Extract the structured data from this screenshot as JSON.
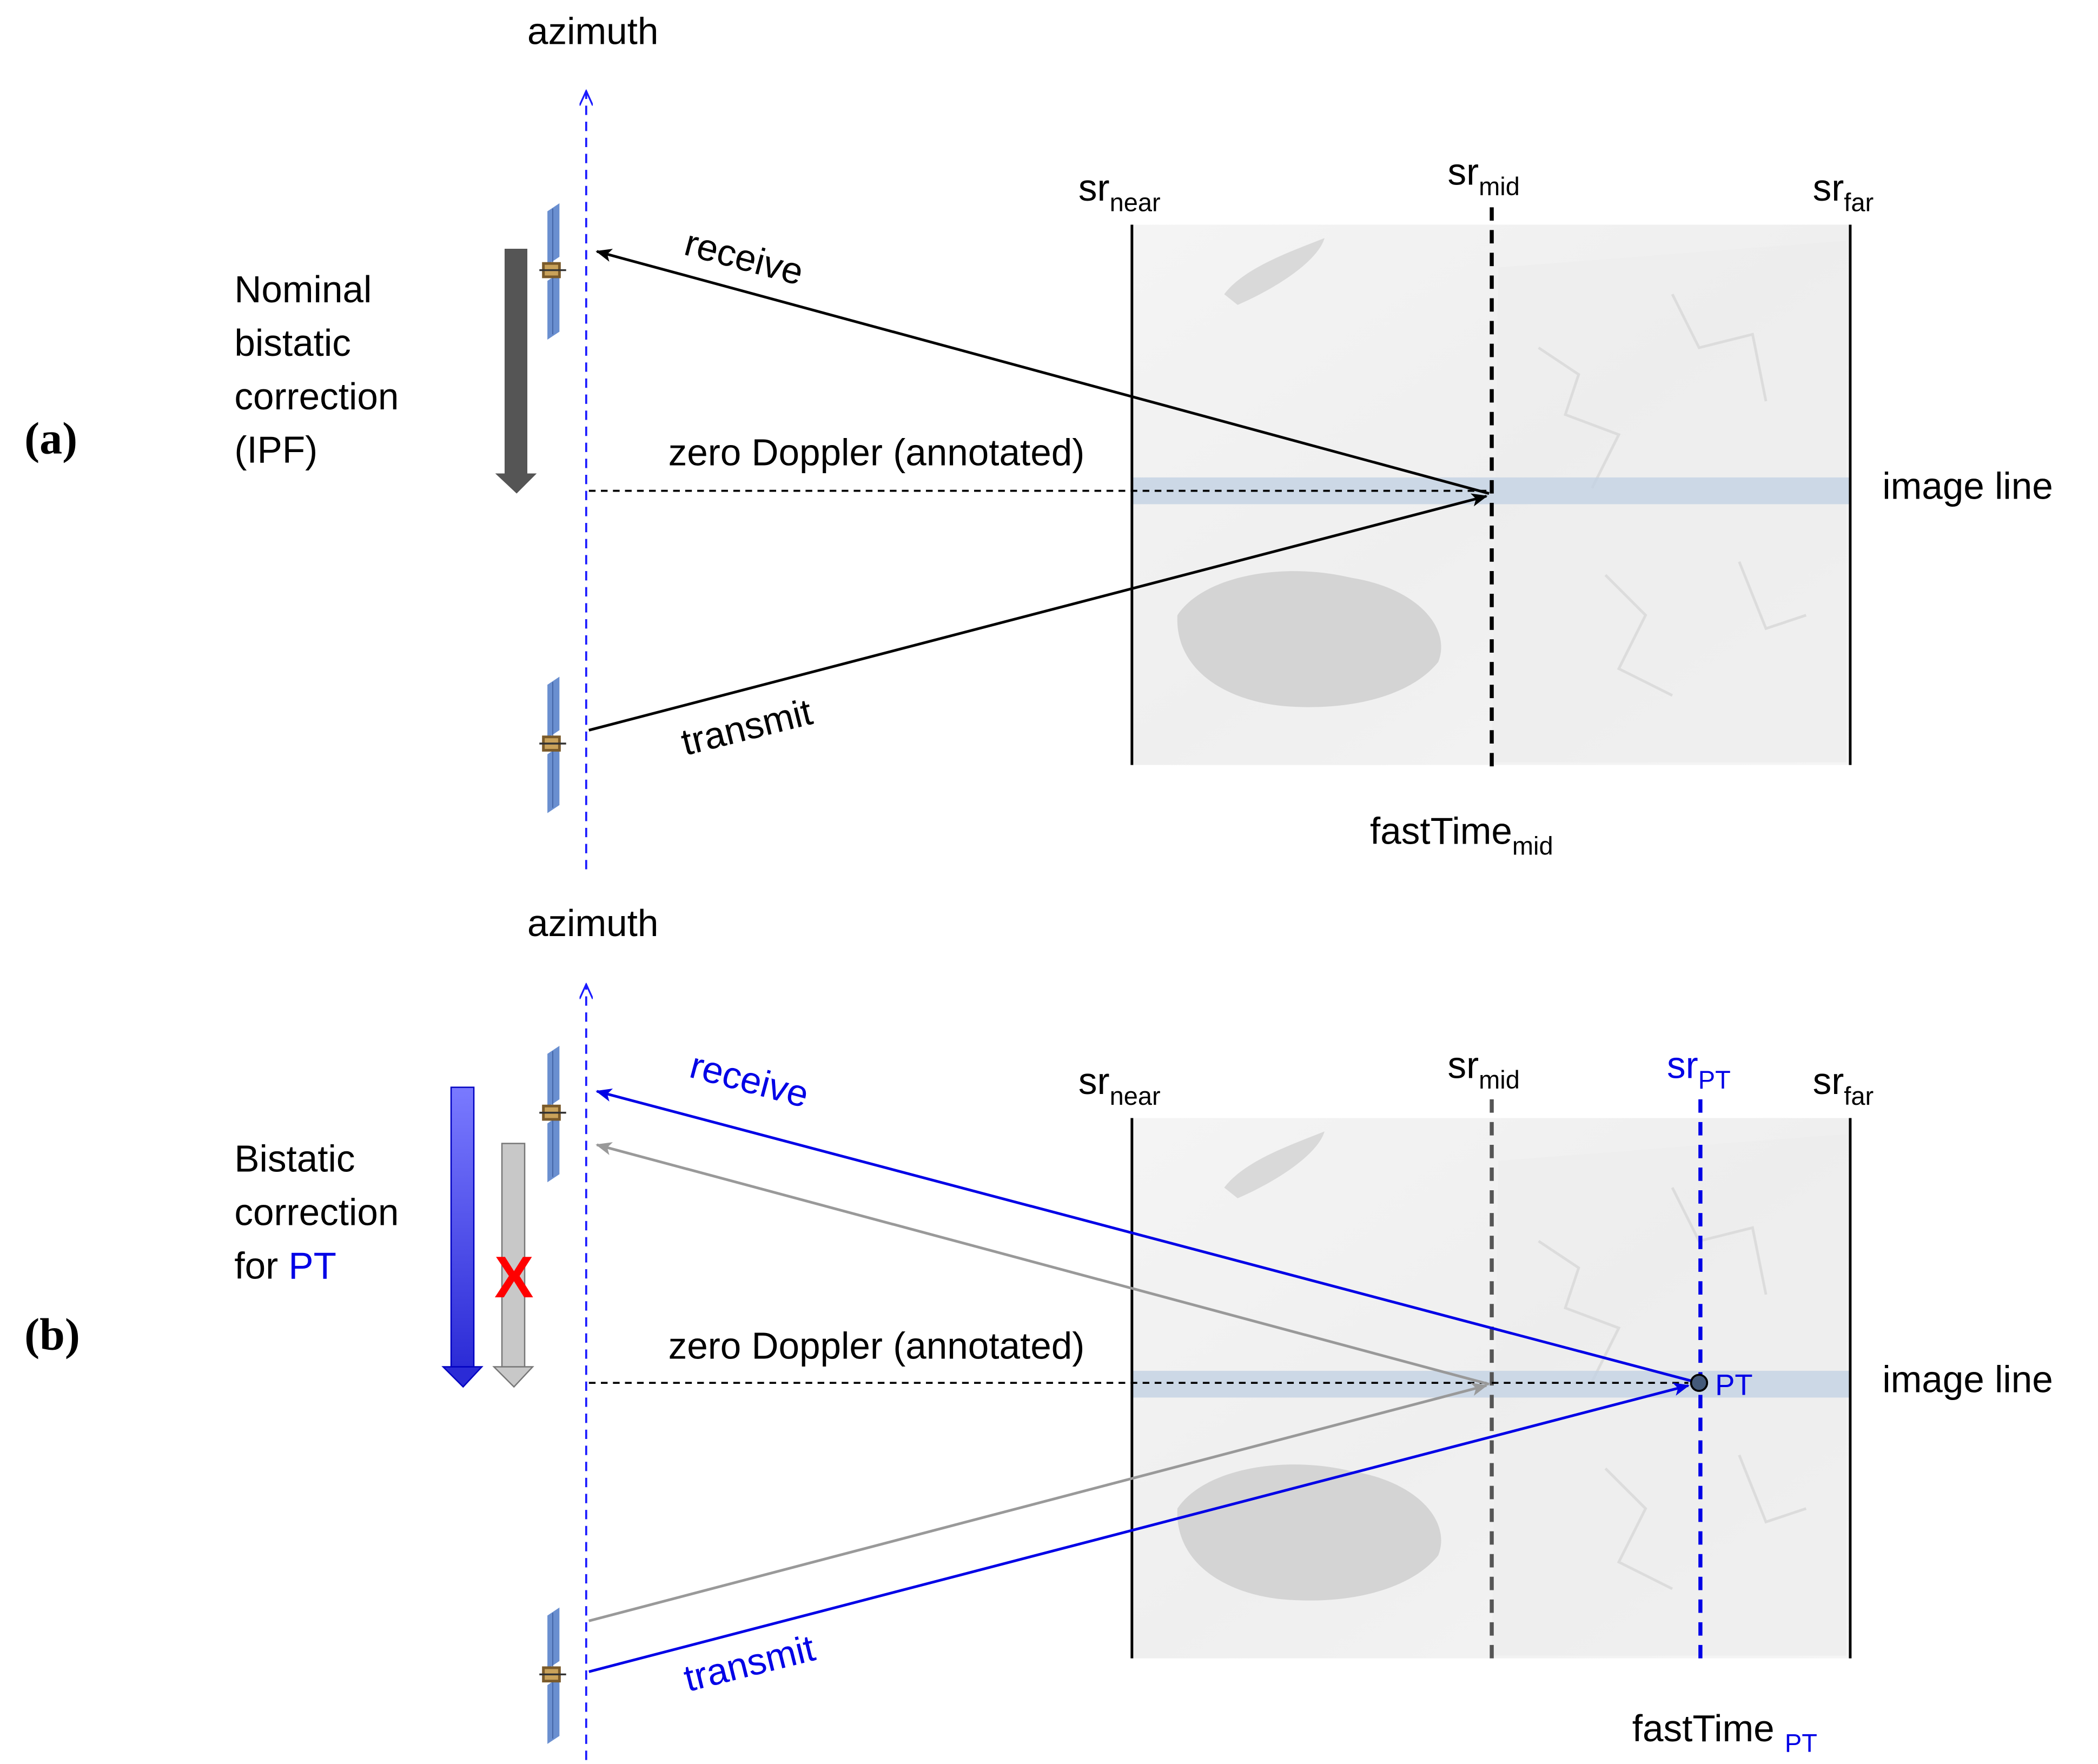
{
  "panel_a": {
    "label": "(a)",
    "axis_label": "azimuth",
    "correction_label": [
      "Nominal",
      "bistatic",
      "correction",
      "(IPF)"
    ],
    "receive_label": "receive",
    "transmit_label": "transmit",
    "zero_doppler_label": "zero Doppler (annotated)",
    "image_line_label": "image line",
    "sr_near": {
      "base": "sr",
      "sub": "near"
    },
    "sr_mid": {
      "base": "sr",
      "sub": "mid"
    },
    "sr_far": {
      "base": "sr",
      "sub": "far"
    },
    "fast_time": {
      "base": "fastTime",
      "sub": "mid"
    }
  },
  "panel_b": {
    "label": "(b)",
    "axis_label": "azimuth",
    "correction_label_line1": "Bistatic",
    "correction_label_line2": "correction",
    "correction_label_line3_prefix": "for ",
    "correction_label_line3_highlight": "PT",
    "receive_label": "receive",
    "transmit_label": "transmit",
    "zero_doppler_label": "zero Doppler (annotated)",
    "image_line_label": "image line",
    "rejected_marker": "X",
    "point_target_label": "PT",
    "sr_near": {
      "base": "sr",
      "sub": "near"
    },
    "sr_mid": {
      "base": "sr",
      "sub": "mid"
    },
    "sr_pt": {
      "base": "sr",
      "sub": "PT"
    },
    "sr_far": {
      "base": "sr",
      "sub": "far"
    },
    "fast_time": {
      "base": "fastTime ",
      "sub": "PT"
    }
  },
  "colors": {
    "highlight_blue": "#0000e6",
    "azimuth_blue": "#1a1aff",
    "grey_path": "#999999",
    "dark_arrow": "#555555",
    "light_arrow": "#c8c8c8",
    "blue_arrow": "#6666ff",
    "reject_red": "#ff0000",
    "image_line_band": "#c3d2e4"
  }
}
